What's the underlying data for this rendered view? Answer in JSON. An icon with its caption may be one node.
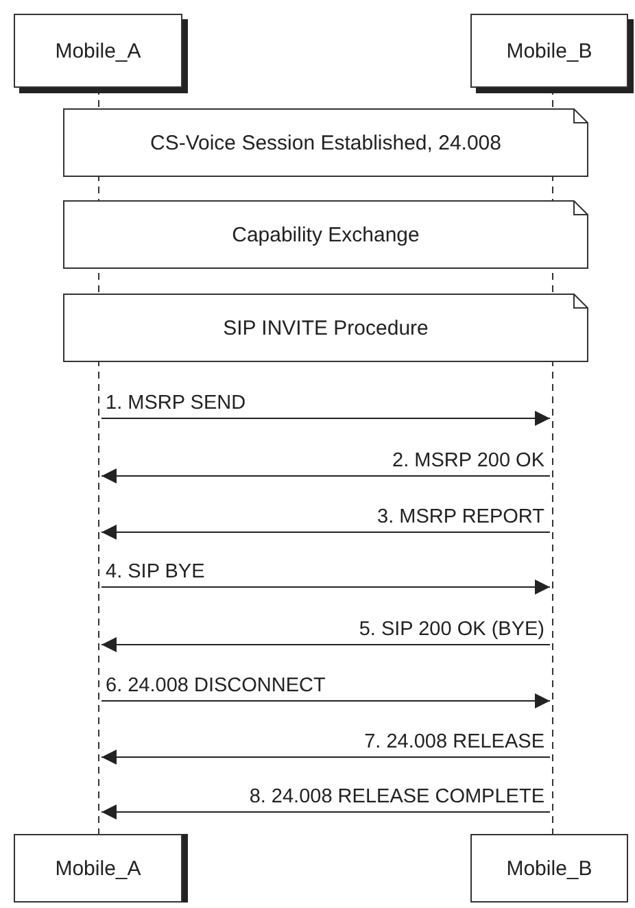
{
  "diagram": {
    "nodes": [
      {
        "text": [
          "Mobile_A"
        ]
      },
      {
        "text": [
          "Mobile_B"
        ]
      },
      {
        "text": [],
        "shape": "line"
      },
      {
        "text": [],
        "shape": "line"
      },
      {
        "text": [
          "CS-Voice Session Established, 24.008"
        ]
      },
      {
        "text": [
          "Capability Exchange"
        ]
      },
      {
        "text": [
          "SIP INVITE Procedure"
        ]
      },
      {
        "text": [
          "Mobile_A"
        ]
      },
      {
        "text": [
          "Mobile_B"
        ]
      }
    ],
    "edges": [
      {
        "from": 2,
        "to": 3,
        "label": "1. MSRP SEND",
        "arrow": "to"
      },
      {
        "from": 3,
        "to": 2,
        "label": "2. MSRP 200 OK",
        "arrow": "to"
      },
      {
        "from": 3,
        "to": 2,
        "label": "3. MSRP REPORT",
        "arrow": "to"
      },
      {
        "from": 2,
        "to": 3,
        "label": "4. SIP BYE",
        "arrow": "to"
      },
      {
        "from": 3,
        "to": 2,
        "label": "5. SIP 200 OK (BYE)",
        "arrow": "to"
      },
      {
        "from": 2,
        "to": 3,
        "label": "6. 24.008 DISCONNECT",
        "arrow": "to"
      },
      {
        "from": 3,
        "to": 2,
        "label": "7. 24.008 RELEASE",
        "arrow": "to"
      },
      {
        "from": 3,
        "to": 2,
        "label": "8. 24.008 RELEASE COMPLETE",
        "arrow": "to"
      }
    ]
  }
}
